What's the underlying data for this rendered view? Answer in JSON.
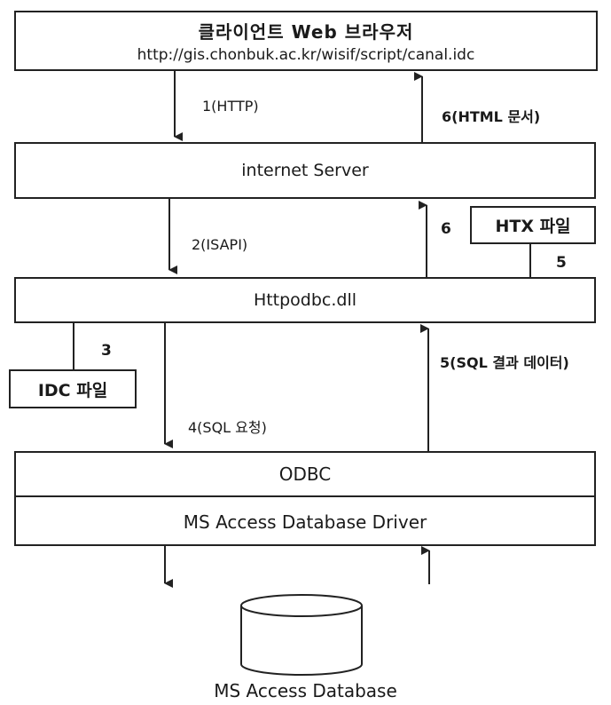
{
  "client": {
    "title": "클라이언트 Web 브라우저",
    "url": "http://gis.chonbuk.ac.kr/wisif/script/canal.idc"
  },
  "server": {
    "label": "internet Server"
  },
  "httpodbc": {
    "label": "Httpodbc.dll"
  },
  "htx": {
    "label": "HTX 파일"
  },
  "idc": {
    "label": "IDC 파일"
  },
  "odbc": {
    "label": "ODBC"
  },
  "driver": {
    "label": "MS Access Database Driver"
  },
  "database": {
    "label": "MS Access Database"
  },
  "flows": {
    "step1": "1(HTTP)",
    "step2": "2(ISAPI)",
    "step3": "3",
    "step4": "4(SQL 요청)",
    "step5_htx": "5",
    "step5": "5(SQL 결과 데이터)",
    "step6_up": "6",
    "step6": "6(HTML 문서)"
  }
}
